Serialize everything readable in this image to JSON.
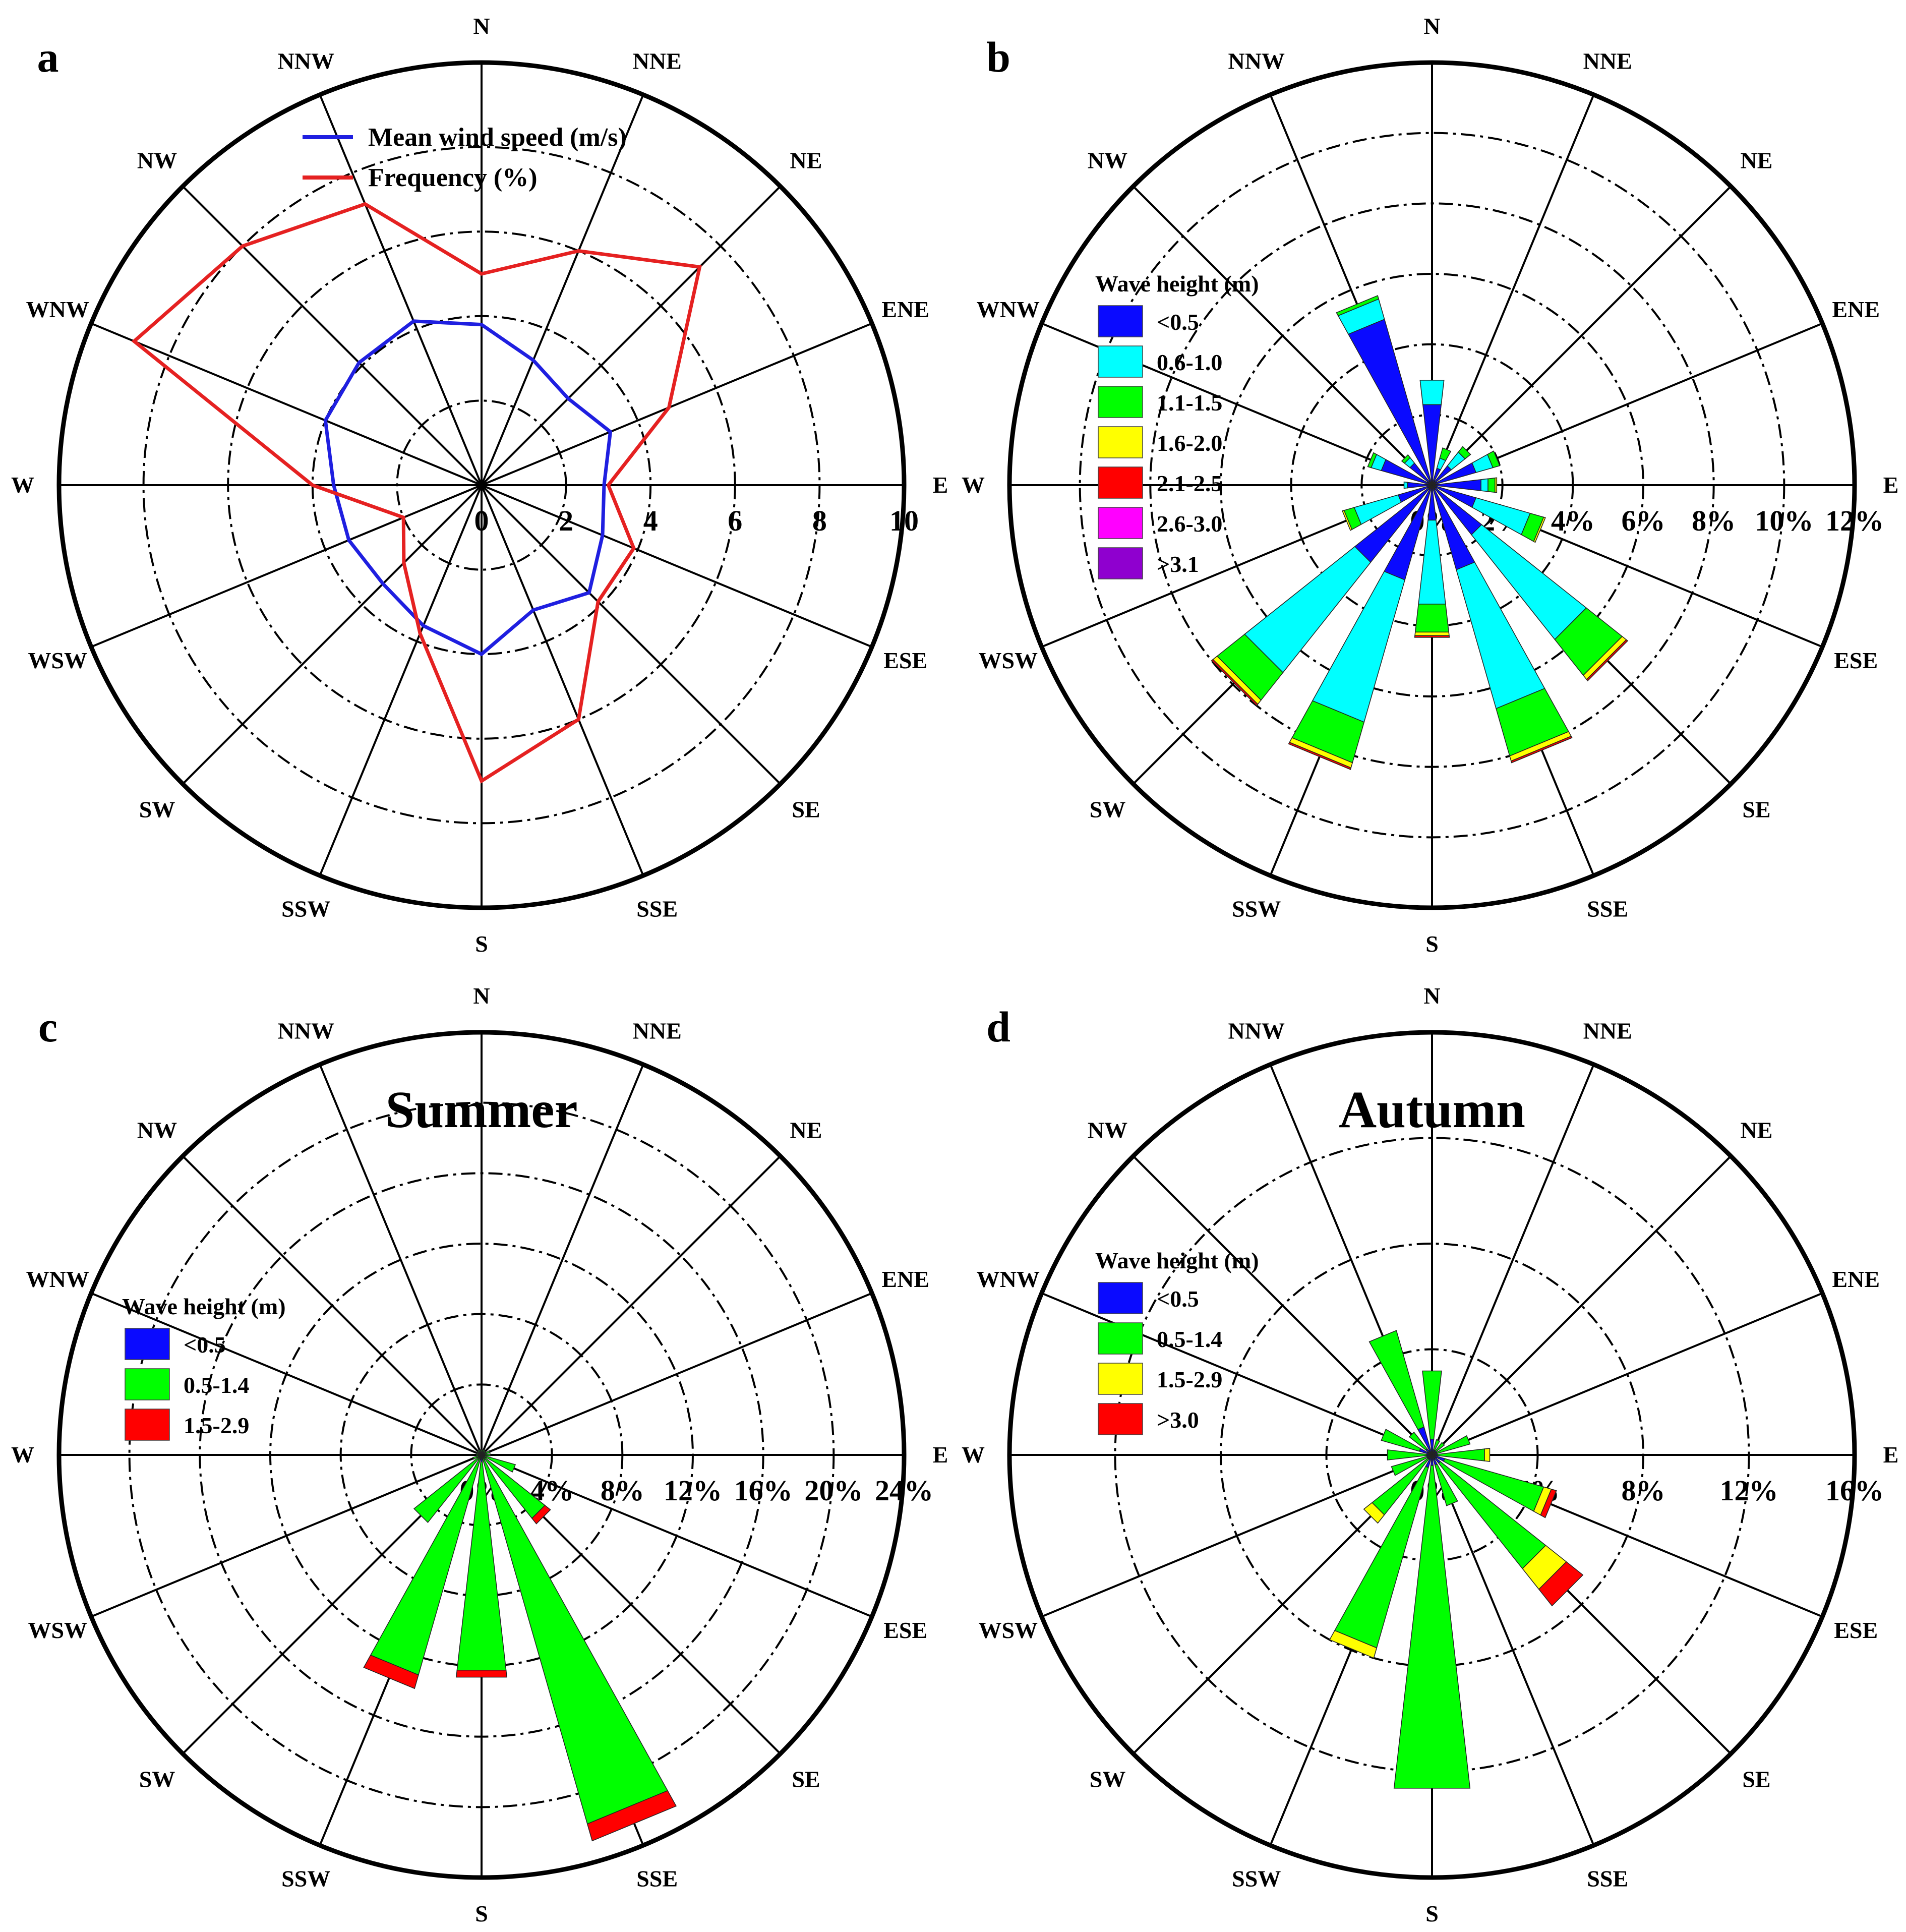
{
  "directions": [
    "N",
    "NNE",
    "NE",
    "ENE",
    "E",
    "ESE",
    "SE",
    "SSE",
    "S",
    "SSW",
    "SW",
    "WSW",
    "W",
    "WNW",
    "NW",
    "NNW"
  ],
  "chart_data": [
    {
      "panel": "a",
      "type": "line",
      "title": "",
      "categories": [
        "N",
        "NNE",
        "NE",
        "ENE",
        "E",
        "ESE",
        "SE",
        "SSE",
        "S",
        "SSW",
        "SW",
        "WSW",
        "W",
        "WNW",
        "NW",
        "NNW"
      ],
      "radial_ticks": [
        "0",
        "2",
        "4",
        "6",
        "8",
        "10"
      ],
      "rmax": 10,
      "grid_rings": [
        2,
        4,
        6,
        8
      ],
      "legend": [
        {
          "name": "Mean wind speed (m/s)",
          "color": "#1f1fe0"
        },
        {
          "name": "Frequency (%)",
          "color": "#e52121"
        }
      ],
      "series": [
        {
          "name": "Mean wind speed (m/s)",
          "color": "#1f1fe0",
          "values": [
            3.8,
            3.2,
            2.9,
            3.3,
            2.9,
            3.1,
            3.6,
            3.2,
            4.0,
            3.6,
            3.3,
            3.4,
            3.5,
            4.0,
            4.1,
            4.2
          ]
        },
        {
          "name": "Frequency (%)",
          "color": "#e52121",
          "values": [
            5.0,
            6.0,
            7.3,
            4.8,
            3.0,
            3.9,
            3.9,
            6.0,
            7.0,
            3.8,
            2.6,
            2.0,
            4.0,
            8.9,
            8.0,
            7.2
          ]
        }
      ]
    },
    {
      "panel": "b",
      "type": "windrose",
      "title": "",
      "categories": [
        "N",
        "NNE",
        "NE",
        "ENE",
        "E",
        "ESE",
        "SE",
        "SSE",
        "S",
        "SSW",
        "SW",
        "WSW",
        "W",
        "WNW",
        "NW",
        "NNW"
      ],
      "radial_ticks": [
        "0%",
        "2%",
        "4%",
        "6%",
        "8%",
        "10%",
        "12%"
      ],
      "rmax": 12,
      "grid_rings": [
        2,
        4,
        6,
        8,
        10
      ],
      "legend_title": "Wave height (m)",
      "classes": [
        {
          "name": "<0.5",
          "color": "#0a0aff"
        },
        {
          "name": "0.6-1.0",
          "color": "#00ffff"
        },
        {
          "name": "1.1-1.5",
          "color": "#00ff00"
        },
        {
          "name": "1.6-2.0",
          "color": "#ffff00"
        },
        {
          "name": "2.1-2.5",
          "color": "#ff0000"
        },
        {
          "name": "2.6-3.0",
          "color": "#ff00ff"
        },
        {
          "name": ">3.1",
          "color": "#8f00cf"
        }
      ],
      "values": [
        [
          2.3,
          0.7,
          0,
          0,
          0,
          0,
          0
        ],
        [
          0.5,
          0.3,
          0.3,
          0,
          0,
          0,
          0
        ],
        [
          0.7,
          0.5,
          0.2,
          0,
          0,
          0,
          0
        ],
        [
          1.3,
          0.5,
          0.2,
          0,
          0,
          0,
          0
        ],
        [
          1.4,
          0.2,
          0.2,
          0.05,
          0,
          0,
          0
        ],
        [
          1.3,
          1.6,
          0.4,
          0.05,
          0,
          0,
          0
        ],
        [
          1.8,
          3.8,
          1.3,
          0.15,
          0.05,
          0,
          0
        ],
        [
          2.5,
          4.1,
          1.4,
          0.15,
          0.05,
          0,
          0
        ],
        [
          1.0,
          2.4,
          0.8,
          0.1,
          0.05,
          0,
          0
        ],
        [
          2.8,
          4.2,
          1.2,
          0.15,
          0.05,
          0,
          0
        ],
        [
          2.8,
          4.0,
          1.0,
          0.15,
          0.05,
          0,
          0
        ],
        [
          1.0,
          1.3,
          0.3,
          0.05,
          0,
          0,
          0
        ],
        [
          0.7,
          0.1,
          0,
          0,
          0,
          0,
          0
        ],
        [
          1.5,
          0.3,
          0.1,
          0,
          0,
          0,
          0
        ],
        [
          0.8,
          0.2,
          0.1,
          0,
          0,
          0,
          0
        ],
        [
          4.9,
          0.6,
          0.1,
          0,
          0,
          0,
          0
        ]
      ]
    },
    {
      "panel": "c",
      "type": "windrose",
      "title": "Summer",
      "categories": [
        "N",
        "NNE",
        "NE",
        "ENE",
        "E",
        "ESE",
        "SE",
        "SSE",
        "S",
        "SSW",
        "SW",
        "WSW",
        "W",
        "WNW",
        "NW",
        "NNW"
      ],
      "radial_ticks": [
        "0%",
        "4%",
        "8%",
        "12%",
        "16%",
        "20%",
        "24%"
      ],
      "rmax": 24,
      "grid_rings": [
        4,
        8,
        12,
        16,
        20
      ],
      "legend_title": "Wave height (m)",
      "classes": [
        {
          "name": "<0.5",
          "color": "#0a0aff"
        },
        {
          "name": "0.5-1.4",
          "color": "#00ff00"
        },
        {
          "name": "1.5-2.9",
          "color": "#ff0000"
        }
      ],
      "values": [
        [
          0,
          0.3,
          0
        ],
        [
          0,
          0.3,
          0
        ],
        [
          0,
          0.3,
          0
        ],
        [
          0,
          0.5,
          0
        ],
        [
          0,
          0.5,
          0
        ],
        [
          0,
          2.0,
          0
        ],
        [
          0,
          4.6,
          0.4
        ],
        [
          0.2,
          21.6,
          1.0
        ],
        [
          0.4,
          11.9,
          0.4
        ],
        [
          0.2,
          12.8,
          0.8
        ],
        [
          0.1,
          4.8,
          0
        ],
        [
          0,
          0.5,
          0
        ],
        [
          0,
          0.3,
          0
        ],
        [
          0,
          0.3,
          0
        ],
        [
          0,
          0.3,
          0
        ],
        [
          0,
          0.3,
          0
        ]
      ]
    },
    {
      "panel": "d",
      "type": "windrose",
      "title": "Autumn",
      "categories": [
        "N",
        "NNE",
        "NE",
        "ENE",
        "E",
        "ESE",
        "SE",
        "SSE",
        "S",
        "SSW",
        "SW",
        "WSW",
        "W",
        "WNW",
        "NW",
        "NNW"
      ],
      "radial_ticks": [
        "0%",
        "4%",
        "8%",
        "12%",
        "16%"
      ],
      "rmax": 16,
      "grid_rings": [
        4,
        8,
        12
      ],
      "legend_title": "Wave height (m)",
      "classes": [
        {
          "name": "<0.5",
          "color": "#0a0aff"
        },
        {
          "name": "0.5-1.4",
          "color": "#00ff00"
        },
        {
          "name": "1.5-2.9",
          "color": "#ffff00"
        },
        {
          "name": ">3.0",
          "color": "#ff0000"
        }
      ],
      "values": [
        [
          0.6,
          2.6,
          0,
          0
        ],
        [
          0.2,
          0.4,
          0,
          0
        ],
        [
          0.2,
          0.4,
          0,
          0
        ],
        [
          0.2,
          1.3,
          0,
          0
        ],
        [
          0.2,
          1.8,
          0.2,
          0
        ],
        [
          0.5,
          3.9,
          0.3,
          0.2
        ],
        [
          0.4,
          5.1,
          1.0,
          0.8
        ],
        [
          0.4,
          1.6,
          0,
          0
        ],
        [
          0.4,
          12.3,
          0,
          0
        ],
        [
          0.5,
          7.1,
          0.4,
          0
        ],
        [
          0.2,
          2.7,
          0.4,
          0
        ],
        [
          0.2,
          1.4,
          0,
          0
        ],
        [
          0.2,
          1.5,
          0,
          0
        ],
        [
          0.5,
          1.5,
          0,
          0
        ],
        [
          0.3,
          0.8,
          0,
          0
        ],
        [
          1.1,
          3.8,
          0,
          0
        ]
      ]
    }
  ]
}
